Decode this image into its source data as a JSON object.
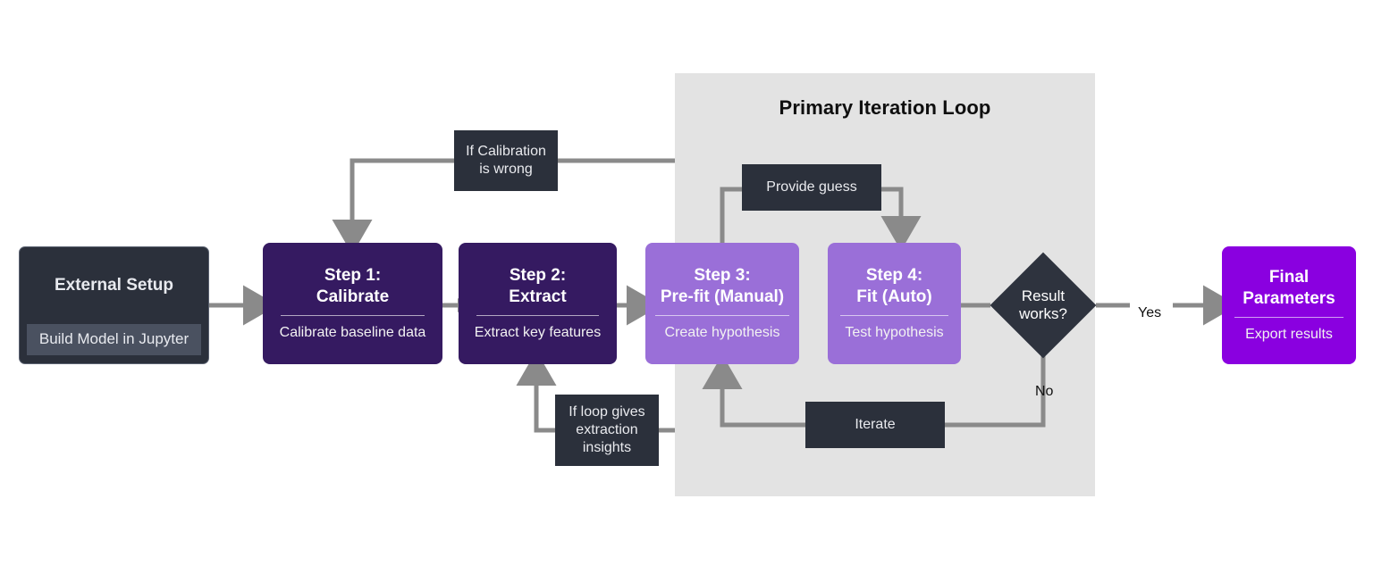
{
  "diagram": {
    "type": "flowchart",
    "direction": "left-to-right",
    "accent_colors": {
      "dark_purple": "#351a61",
      "light_purple": "#9a6fd8",
      "bright_purple": "#8a00e0",
      "dark_slate": "#2b303b",
      "diamond": "#2e333e",
      "subgraph_bg": "#e3e3e3",
      "edge_gray": "#7f7f7f"
    }
  },
  "subgraph": {
    "title": "Primary Iteration Loop"
  },
  "nodes": {
    "external": {
      "title": "External Setup",
      "sub": "Build Model in Jupyter"
    },
    "step1": {
      "title": "Step 1:\nCalibrate",
      "sub": "Calibrate baseline data"
    },
    "step2": {
      "title": "Step 2:\nExtract",
      "sub": "Extract key features"
    },
    "step3": {
      "title": "Step 3:\nPre-fit (Manual)",
      "sub": "Create hypothesis"
    },
    "step4": {
      "title": "Step 4:\nFit (Auto)",
      "sub": "Test hypothesis"
    },
    "decision": {
      "label": "Result\nworks?"
    },
    "final": {
      "title": "Final\nParameters",
      "sub": "Export results"
    }
  },
  "edge_labels": {
    "calibration_wrong": "If Calibration\nis wrong",
    "provide_guess": "Provide guess",
    "loop_insights": "If loop gives\nextraction\ninsights",
    "iterate": "Iterate",
    "yes": "Yes",
    "no": "No"
  }
}
